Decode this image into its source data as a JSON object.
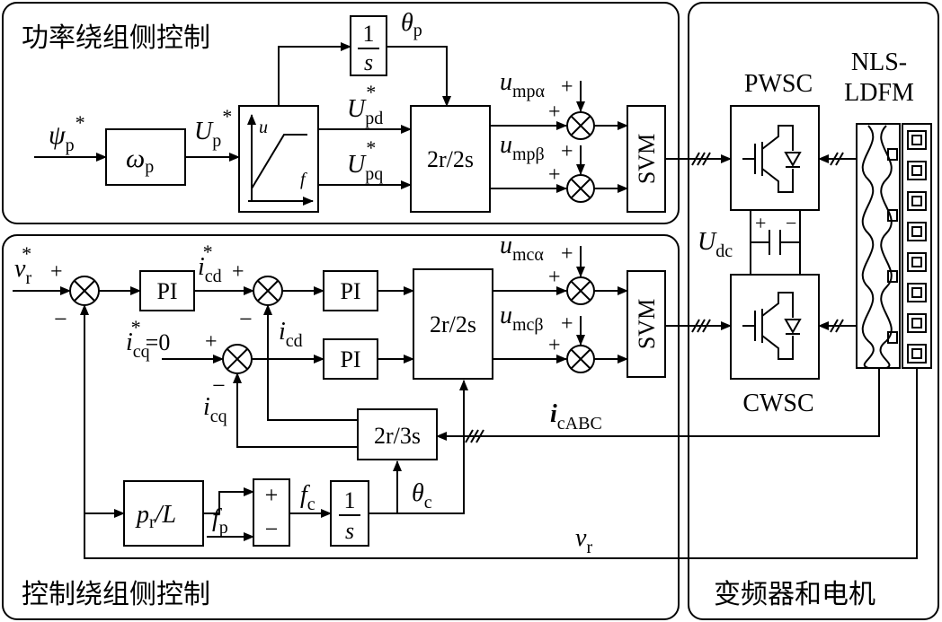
{
  "panels": {
    "power_winding": "功率绕组侧控制",
    "control_winding": "控制绕组侧控制",
    "converter_machine": "变频器和电机"
  },
  "blocks": {
    "omega_p": "ω",
    "omega_p_sub": "p",
    "integrator_num": "1",
    "integrator_den": "s",
    "vf_u": "u",
    "vf_f": "f",
    "transform_top": "2r/2s",
    "transform_bottom": "2r/2s",
    "transform_3s": "2r/3s",
    "svm_top": "SVM",
    "svm_bottom": "SVM",
    "pi_1": "PI",
    "pi_2": "PI",
    "pi_3": "PI",
    "pr_p": "p",
    "pr_sub": "r",
    "pr_L": "/L",
    "pwsc": "PWSC",
    "cwsc": "CWSC",
    "machine_line1": "NLS-",
    "machine_line2": "LDFM"
  },
  "signals": {
    "psi_p": "ψ",
    "psi_sub": "p",
    "up_star": "U",
    "up_star_sub": "p",
    "theta_p": "θ",
    "theta_p_sub": "p",
    "upd": "U",
    "upd_sub": "pd",
    "upq": "U",
    "upq_sub": "pq",
    "ump_alpha": "u",
    "ump_alpha_sub": "mpα",
    "ump_beta": "u",
    "ump_beta_sub": "mpβ",
    "umc_alpha": "u",
    "umc_alpha_sub": "mcα",
    "umc_beta": "u",
    "umc_beta_sub": "mcβ",
    "vr_star": "v",
    "vr_star_sub": "r",
    "icd_star": "i",
    "icd_star_sub": "cd",
    "icd": "i",
    "icd_sub": "cd",
    "icq_star": "i",
    "icq_star_sub": "cq",
    "icq_star_val": "=0",
    "icq": "i",
    "icq_sub": "cq",
    "icabc": "i",
    "icabc_sub": "cABC",
    "theta_c": "θ",
    "theta_c_sub": "c",
    "fc": "f",
    "fc_sub": "c",
    "fp": "f",
    "fp_sub": "p",
    "vr": "v",
    "vr_sub": "r",
    "udc": "U",
    "udc_sub": "dc",
    "star": "*",
    "plus": "+",
    "minus": "−"
  },
  "icons": [
    "summing-junction-icon",
    "igbt-switch-icon",
    "capacitor-icon",
    "winding-coil-icon",
    "arrow-icon"
  ]
}
